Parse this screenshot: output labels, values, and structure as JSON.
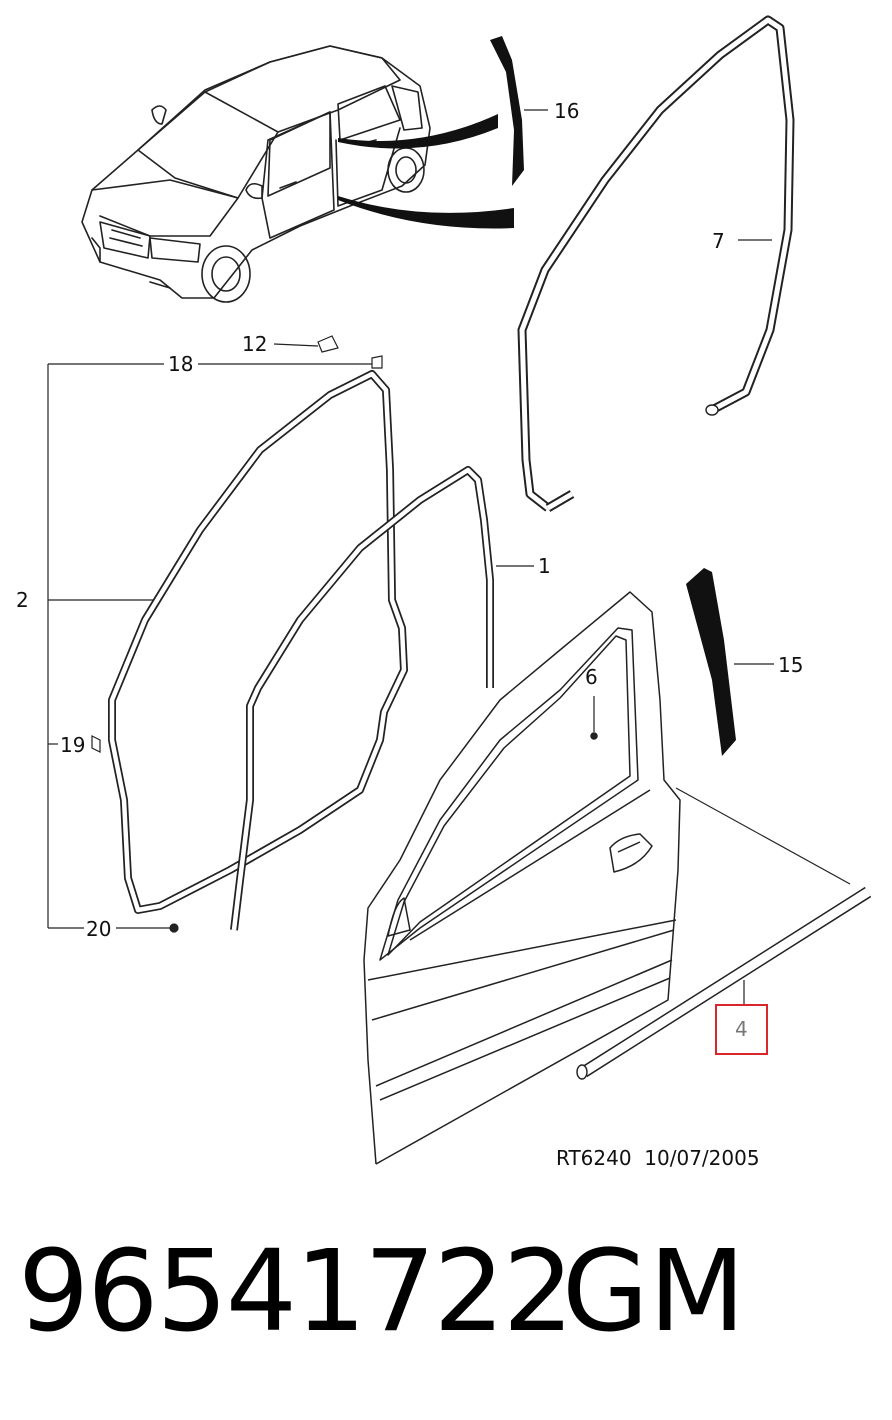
{
  "diagram": {
    "callouts": {
      "c1": "1",
      "c2": "2",
      "c4": "4",
      "c6": "6",
      "c7": "7",
      "c12": "12",
      "c15": "15",
      "c16": "16",
      "c18": "18",
      "c19": "19",
      "c20": "20"
    },
    "highlight_color": "#d9262c"
  },
  "reference": {
    "code": "RT6240",
    "date": "10/07/2005"
  },
  "part": {
    "number": "96541722",
    "brand": "GM"
  }
}
